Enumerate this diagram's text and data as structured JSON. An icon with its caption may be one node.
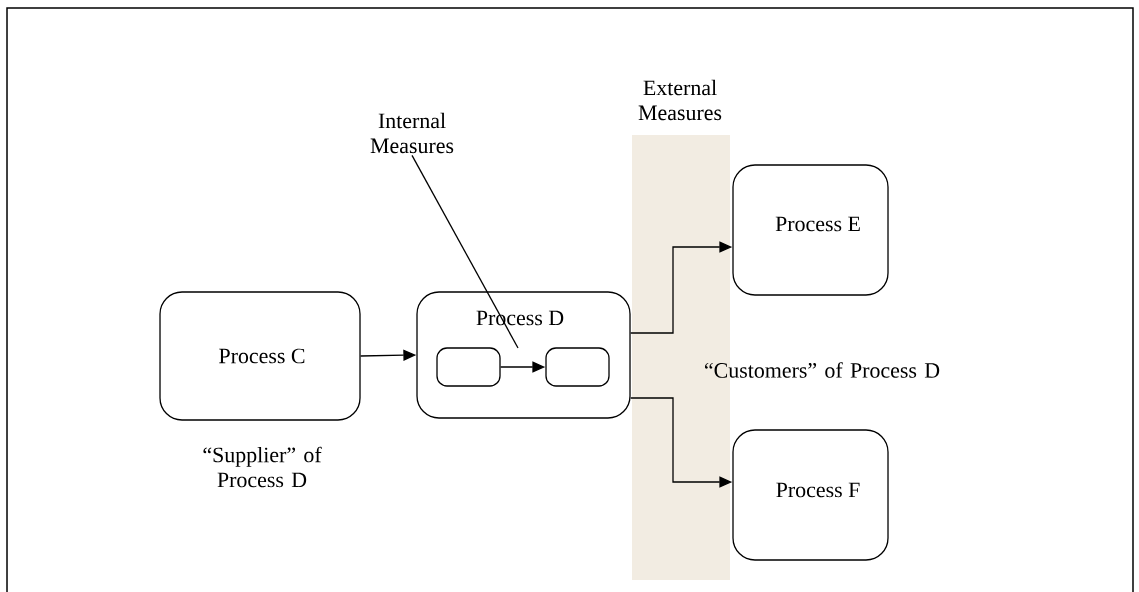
{
  "diagram": {
    "nodes": [
      {
        "text": [
          "Internal Measures"
        ]
      },
      {
        "text": [
          "Process C"
        ],
        "beside": [
          "“Supplier” of Process D"
        ]
      },
      {
        "text": [
          "Process D"
        ]
      },
      {
        "text": [],
        "shape": "box",
        "in": 2
      },
      {
        "text": [],
        "shape": "box",
        "in": 2
      },
      {
        "text": [
          "Process E"
        ]
      },
      {
        "text": [
          "Process F"
        ]
      }
    ],
    "edges": [
      {
        "from": 0,
        "to": null,
        "arrow": "none"
      },
      {
        "from": 1,
        "to": 2,
        "arrow": "to"
      },
      {
        "from": 3,
        "to": 4,
        "arrow": "to"
      },
      {
        "from": 2,
        "to": 5,
        "arrow": "to"
      },
      {
        "from": 2,
        "to": 6,
        "arrow": "to"
      }
    ],
    "labels": [
      "External Measures",
      "“Customers” of Process D"
    ]
  }
}
